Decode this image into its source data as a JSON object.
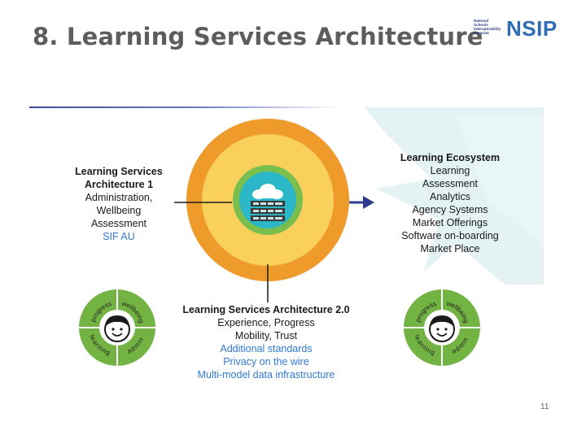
{
  "slide": {
    "title": "8. Learning Services Architecture",
    "page_number": "11"
  },
  "logo": {
    "small_lines": [
      "National",
      "Schools",
      "Interoperability",
      "Program"
    ],
    "big_text": "NSIP"
  },
  "lsa1": {
    "heading_line1": "Learning Services",
    "heading_line2": "Architecture 1",
    "items": [
      "Administration,",
      "Wellbeing",
      "Assessment"
    ],
    "highlight": "SIF AU"
  },
  "lsa2": {
    "heading": "Learning Services Architecture 2.0",
    "items": [
      "Experience, Progress",
      "Mobility, Trust"
    ],
    "highlights": [
      "Additional standards",
      "Privacy on the wire",
      "Multi-model data infrastructure"
    ]
  },
  "ecosystem": {
    "heading": "Learning Ecosystem",
    "items": [
      "Learning",
      "Assessment",
      "Analytics",
      "Agency Systems",
      "Market Offerings",
      "Software on-boarding",
      "Market Place"
    ]
  },
  "persona_wheel": {
    "segments": [
      "progress",
      "wellbeing",
      "admin",
      "learning"
    ]
  },
  "colors": {
    "outer_ring": "#ef9b2b",
    "middle_ring": "#f9d05c",
    "inner_ring": "#7abf4e",
    "core": "#2cb7c9",
    "wheel_green": "#72b343",
    "highlight_blue": "#2f7ad6",
    "arrow": "#2e3a8c"
  },
  "icons": {
    "center": "cloud-server-icon",
    "persona_face": "smiley-face-icon"
  }
}
